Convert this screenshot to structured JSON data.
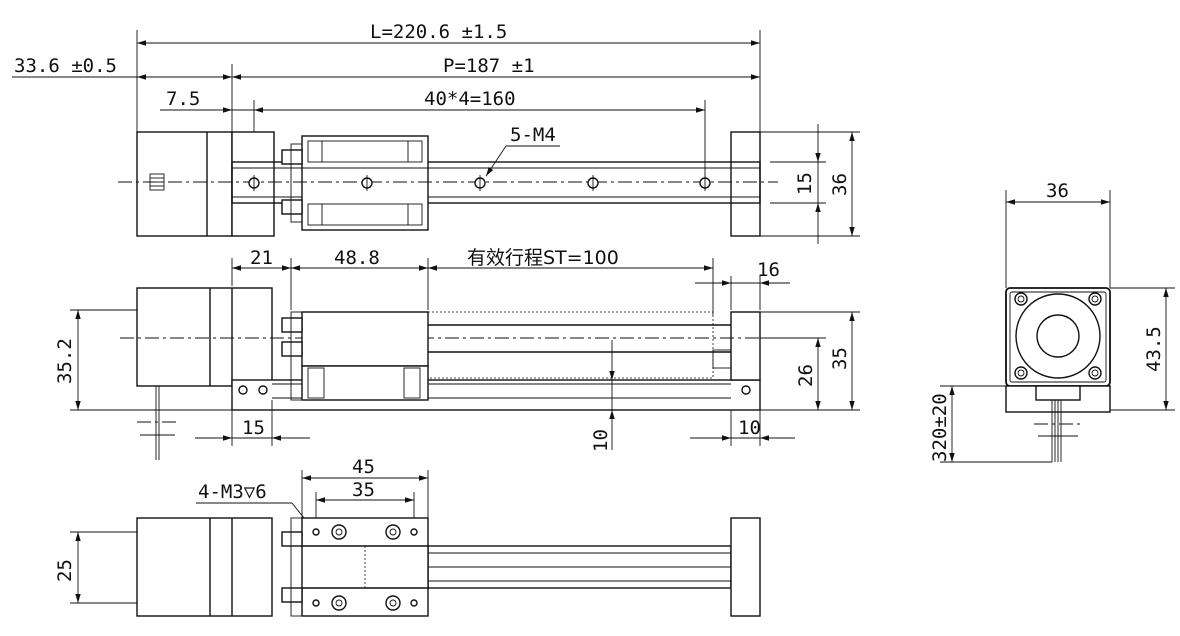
{
  "dimensions": {
    "overall_length": "L=220.6 ±1.5",
    "motor_length": "33.6 ±0.5",
    "pitch_length": "P=187 ±1",
    "end_offset": "7.5",
    "hole_spacing": "40*4=160",
    "hole_callout": "5-M4",
    "rail_height_inner": "15",
    "rail_height_outer": "36",
    "front_left_offset": "21",
    "carriage_length": "48.8",
    "stroke": "有效行程ST=100",
    "end_block_width": "16",
    "motor_height": "35.2",
    "rail_26": "26",
    "total_height": "35",
    "base_left": "15",
    "base_height": "10",
    "base_right": "10",
    "carriage_holes_callout": "4-M3▽6",
    "carriage_width_outer": "45",
    "carriage_width_inner": "35",
    "carriage_depth": "25",
    "motor_flange": "36",
    "motor_side_height": "43.5",
    "cable_length": "320±20"
  },
  "colors": {
    "line": "#111111",
    "background": "#ffffff"
  }
}
